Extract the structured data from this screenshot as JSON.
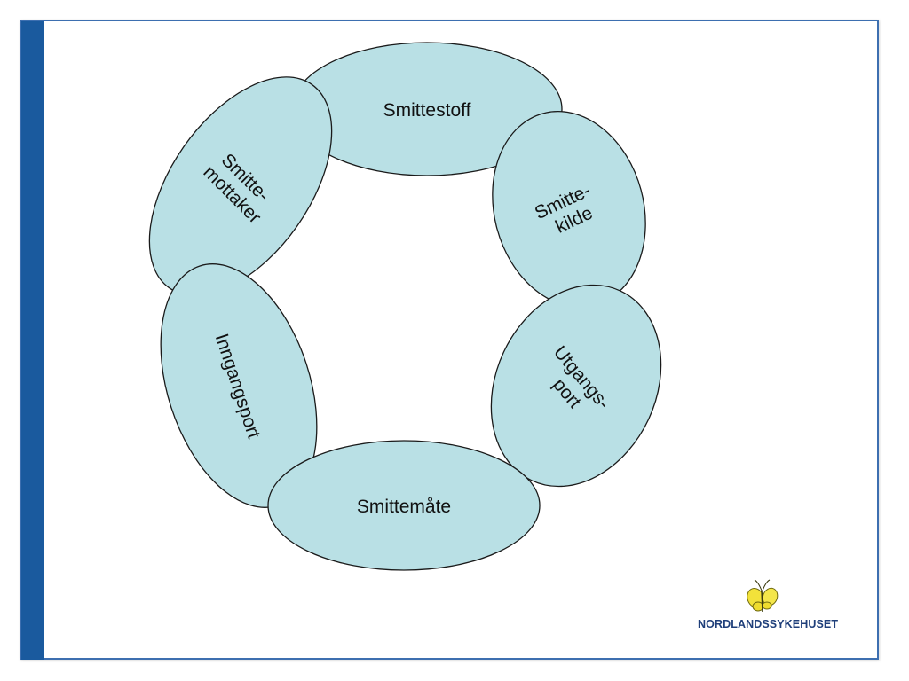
{
  "diagram": {
    "nodes": [
      {
        "id": "smittestoff",
        "label_lines": [
          "Smittestoff"
        ]
      },
      {
        "id": "smittekilde",
        "label_lines": [
          "Smitte-",
          "kilde"
        ]
      },
      {
        "id": "utgangsport",
        "label_lines": [
          "Utgangs-",
          "port"
        ]
      },
      {
        "id": "smittemate",
        "label_lines": [
          "Smittemåte"
        ]
      },
      {
        "id": "inngangsport",
        "label_lines": [
          "Inngangsport"
        ]
      },
      {
        "id": "smittemottaker",
        "label_lines": [
          "Smitte-",
          "mottaker"
        ]
      }
    ]
  },
  "logo": {
    "text": "NORDLANDSSYKEHUSET",
    "icon": "butterfly-icon",
    "icon_color": "#f2e23a"
  },
  "colors": {
    "ellipse_fill": "#b9e0e5",
    "sidebar": "#1a5a9e",
    "frame_border": "#3d6fb0"
  }
}
